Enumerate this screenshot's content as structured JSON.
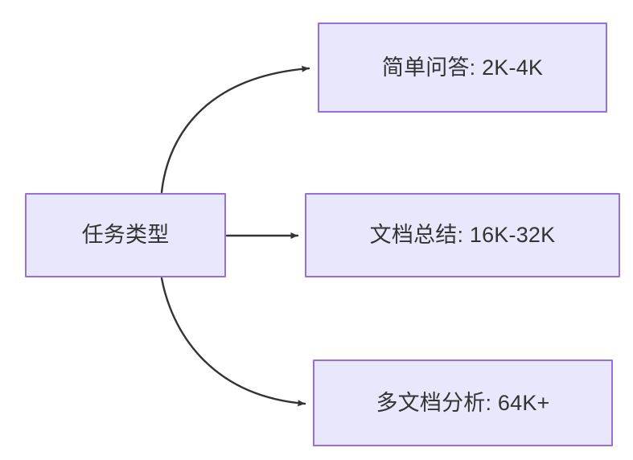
{
  "diagram": {
    "type": "flowchart",
    "direction": "left-to-right",
    "background_color": "#ffffff",
    "node_fill_color": "#e9e7fb",
    "node_border_color": "#9370db",
    "node_text_color": "#333333",
    "edge_color": "#333333",
    "root": {
      "label": "任务类型"
    },
    "branches": [
      {
        "id": "simple-qa",
        "label": "简单问答: 2K-4K",
        "task": "简单问答",
        "context_length": "2K-4K",
        "edge_style": "curved"
      },
      {
        "id": "doc-summary",
        "label": "文档总结: 16K-32K",
        "task": "文档总结",
        "context_length": "16K-32K",
        "edge_style": "straight"
      },
      {
        "id": "multi-doc",
        "label": "多文档分析: 64K+",
        "task": "多文档分析",
        "context_length": "64K+",
        "edge_style": "curved"
      }
    ]
  }
}
